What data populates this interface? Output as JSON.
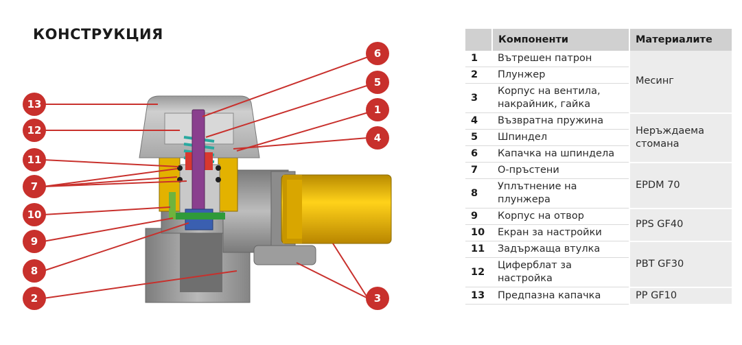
{
  "title": "КОНСТРУКЦИЯ",
  "colors": {
    "callout_red": "#c8302c",
    "brass": "#f0c000",
    "body_grey": "#9a9a9a",
    "spindle_purple": "#8a3f8e",
    "seal_blue": "#3a5fb0",
    "seal_green": "#2f9a3a"
  },
  "callouts": [
    "1",
    "2",
    "3",
    "4",
    "5",
    "6",
    "7",
    "8",
    "9",
    "10",
    "11",
    "12",
    "13"
  ],
  "table": {
    "headers": [
      "",
      "Компоненти",
      "Материалите"
    ],
    "rows": [
      {
        "num": "1",
        "name": "Вътрешен патрон"
      },
      {
        "num": "2",
        "name": "Плунжер"
      },
      {
        "num": "3",
        "name": "Корпус на вентила, накрайник, гайка"
      },
      {
        "num": "4",
        "name": "Възвратна пружина"
      },
      {
        "num": "5",
        "name": "Шпиндел"
      },
      {
        "num": "6",
        "name": "Капачка на шпиндела"
      },
      {
        "num": "7",
        "name": "О-пръстени"
      },
      {
        "num": "8",
        "name": "Уплътнение на плунжера"
      },
      {
        "num": "9",
        "name": "Корпус на отвор"
      },
      {
        "num": "10",
        "name": "Екран за настройки"
      },
      {
        "num": "11",
        "name": "Задържаща втулка"
      },
      {
        "num": "12",
        "name": "Циферблат за настройка"
      },
      {
        "num": "13",
        "name": "Предпазна капачка"
      }
    ],
    "materials": [
      {
        "label": "Месинг",
        "rows": 3
      },
      {
        "label": "Неръждаема стомана",
        "rows": 3
      },
      {
        "label": "EPDM 70",
        "rows": 2
      },
      {
        "label": "PPS GF40",
        "rows": 2
      },
      {
        "label": "PBT GF30",
        "rows": 2
      },
      {
        "label": "PP GF10",
        "rows": 1
      }
    ]
  }
}
